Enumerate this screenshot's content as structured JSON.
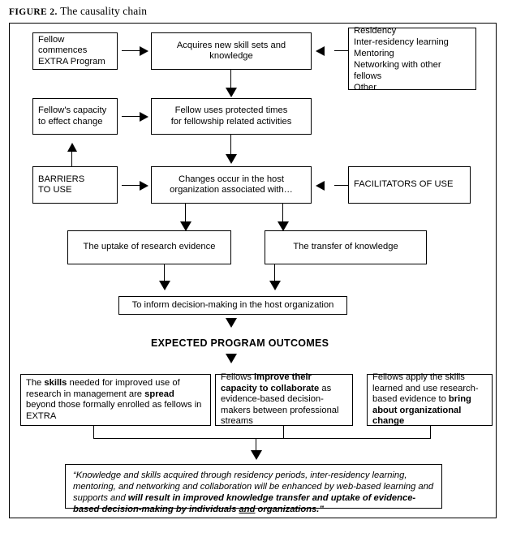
{
  "figure": {
    "label": "FIGURE 2.",
    "title": "The causality chain"
  },
  "nodes": {
    "fellow_commences": "Fellow commences\nEXTRA Program",
    "acquires_skills": "Acquires new skill sets and knowledge",
    "inputs_list": "Residency\nInter-residency learning\nMentoring\nNetworking with other fellows\nOther",
    "fellow_capacity": "Fellow's capacity\nto effect change",
    "protected_times": "Fellow uses protected times\nfor fellowship related activities",
    "barriers": "BARRIERS\nTO USE",
    "changes_occur": "Changes occur in the host\norganization associated with…",
    "facilitators": "FACILITATORS OF USE",
    "uptake": "The uptake of research evidence",
    "transfer": "The transfer of knowledge",
    "inform": "To inform decision-making in the host organization"
  },
  "section_heading": "EXPECTED PROGRAM OUTCOMES",
  "outcomes": [
    {
      "name": "outcome-skills-spread",
      "runs": [
        {
          "text": "The ",
          "bold": false
        },
        {
          "text": "skills",
          "bold": true
        },
        {
          "text": " needed for improved use of research in management are ",
          "bold": false
        },
        {
          "text": "spread",
          "bold": true
        },
        {
          "text": " beyond those formally enrolled as fellows in EXTRA",
          "bold": false
        }
      ]
    },
    {
      "name": "outcome-collaborate",
      "runs": [
        {
          "text": "Fellows ",
          "bold": false
        },
        {
          "text": "improve their capacity to collaborate",
          "bold": true
        },
        {
          "text": " as evidence-based decision-makers between professional streams",
          "bold": false
        }
      ]
    },
    {
      "name": "outcome-organizational-change",
      "runs": [
        {
          "text": "Fellows apply the skills learned and use research-based evidence to ",
          "bold": false
        },
        {
          "text": "bring about organizational change",
          "bold": true
        }
      ]
    }
  ],
  "quote": {
    "runs": [
      {
        "text": "“Knowledge and skills acquired through residency periods, inter-residency learning, mentoring, and networking and collaboration will be enhanced by web-based learning and supports and ",
        "bold": false,
        "underline": false
      },
      {
        "text": "will result in improved knowledge transfer and uptake of evidence-based decision-making by individuals ",
        "bold": true,
        "underline": false
      },
      {
        "text": "and",
        "bold": true,
        "underline": true
      },
      {
        "text": " organizations.”",
        "bold": true,
        "underline": false
      }
    ]
  },
  "colors": {
    "ink": "#000000",
    "paper": "#ffffff"
  }
}
